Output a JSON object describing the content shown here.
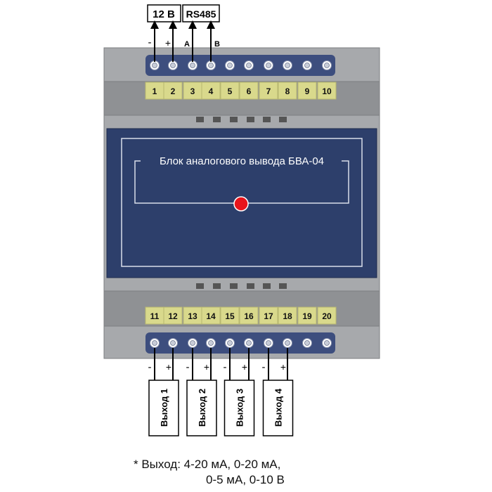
{
  "power_label": "12 В",
  "rs485_label": "RS485",
  "power_minus": "-",
  "power_plus": "+",
  "rs485_a": "A",
  "rs485_b": "B",
  "top_terminals": [
    "1",
    "2",
    "3",
    "4",
    "5",
    "6",
    "7",
    "8",
    "9",
    "10"
  ],
  "bottom_terminals": [
    "11",
    "12",
    "13",
    "14",
    "15",
    "16",
    "17",
    "18",
    "19",
    "20"
  ],
  "device_title": "Блок аналогового вывода БВА-04",
  "outputs": [
    {
      "label": "Выход 1",
      "minus": "-",
      "plus": "+"
    },
    {
      "label": "Выход 2",
      "minus": "-",
      "plus": "+"
    },
    {
      "label": "Выход 3",
      "minus": "-",
      "plus": "+"
    },
    {
      "label": "Выход 4",
      "minus": "-",
      "plus": "+"
    }
  ],
  "footnote": {
    "line1": "* Выход: 4-20 мА, 0-20 мА,",
    "line2": "0-5 мА, 0-10 В"
  },
  "colors": {
    "housing": "#a7a9ac",
    "housing_dark": "#8f9194",
    "terminal_strip": "#d9d98c",
    "screw_block": "#3d4e7e",
    "panel": "#2d3f6b",
    "led": "#e8141b",
    "line": "#000000"
  }
}
